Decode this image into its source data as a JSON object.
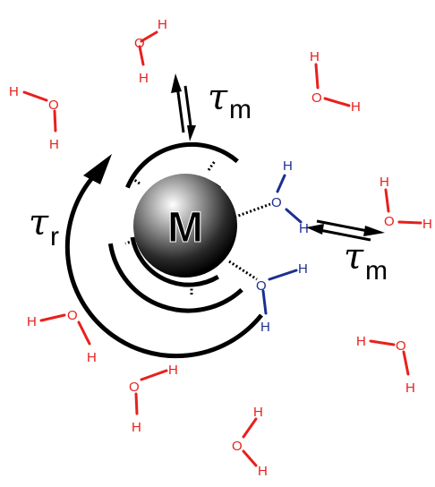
{
  "metal": {
    "label": "M"
  },
  "atoms": {
    "oxygen": "O",
    "hydrogen": "H"
  },
  "labels": {
    "tau_symbol": "τ",
    "tau_m_top_sub": "m",
    "tau_m_right_sub": "m",
    "tau_r_sub": "r"
  },
  "colors": {
    "free_water": "#e8201c",
    "bound_water": "#1b2f8f",
    "arrows": "#000000"
  }
}
